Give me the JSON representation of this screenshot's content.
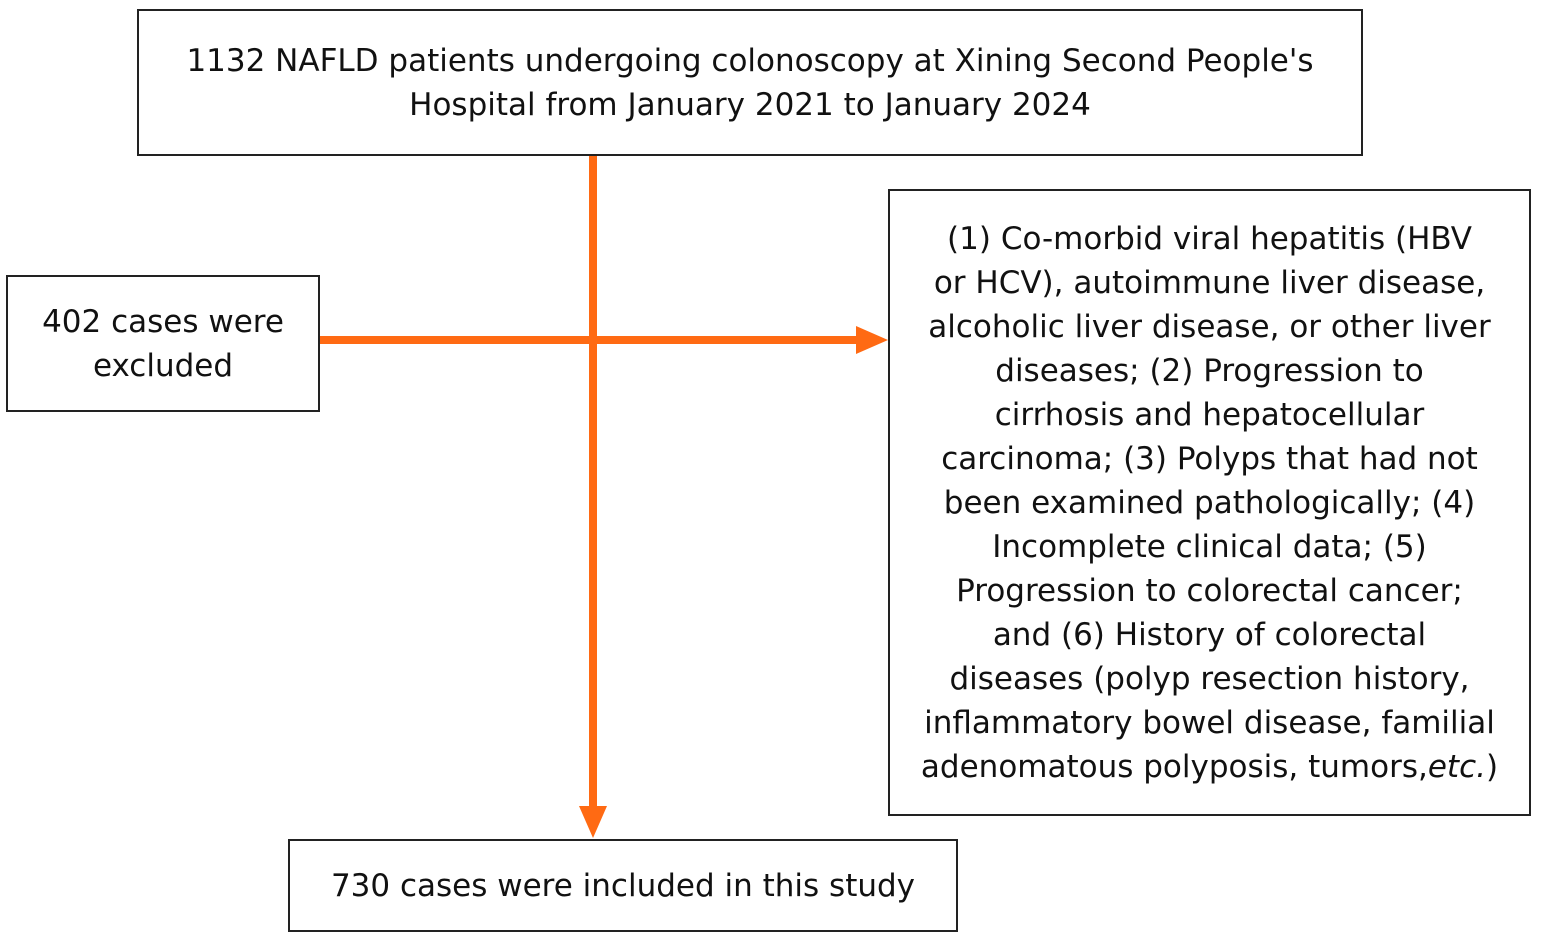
{
  "flowchart": {
    "top_box": {
      "line1": "1132 NAFLD patients undergoing colonoscopy at Xining Second People's",
      "line2": "Hospital from January 2021 to January 2024"
    },
    "excluded_box": {
      "line1": "402 cases were",
      "line2": "excluded"
    },
    "criteria_box": {
      "line1": "(1) Co-morbid viral hepatitis (HBV",
      "line2": "or HCV), autoimmune liver disease,",
      "line3": "alcoholic liver disease, or other liver",
      "line4": "diseases; (2) Progression to",
      "line5": "cirrhosis and hepatocellular",
      "line6": "carcinoma; (3) Polyps that had not",
      "line7": "been examined pathologically; (4)",
      "line8": "Incomplete clinical data; (5)",
      "line9": "Progression to colorectal cancer;",
      "line10": "and (6) History of colorectal",
      "line11": "diseases (polyp resection history,",
      "line12": "inflammatory bowel disease, familial",
      "line13_prefix": "adenomatous polyposis, tumors,",
      "line13_italic": "etc.",
      "line13_suffix": ")"
    },
    "included_box": {
      "text": "730 cases were included in this study"
    },
    "arrow_color": "#FF6A13"
  }
}
